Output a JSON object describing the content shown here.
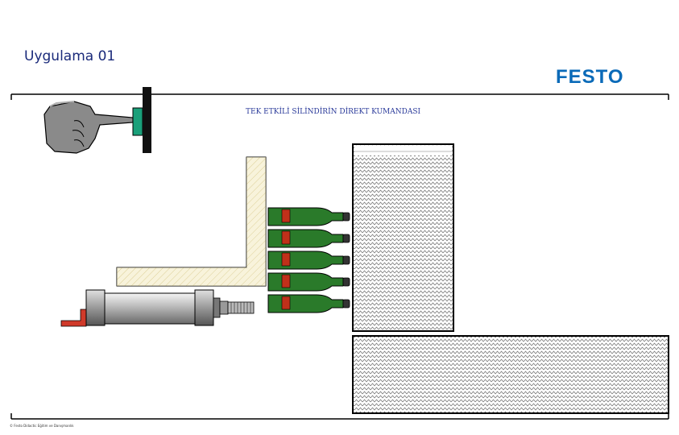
{
  "header": {
    "title": "Uygulama 01",
    "logo_text": "FESTO",
    "logo_color": "#0a6ab8"
  },
  "diagram": {
    "subtitle": "TEK ETKİLİ SİLİNDİRİN DİREKT KUMANDASI",
    "bottle_count": 5,
    "colors": {
      "button": "#1aa07a",
      "valve": "#d03a2a",
      "bottle": "#2a7a2a",
      "bottle_label": "#c0301a",
      "guide": "#f2e8b8"
    }
  },
  "footer": {
    "copyright": "© Festo Didactic Eğitim ve Danışmanlık"
  }
}
